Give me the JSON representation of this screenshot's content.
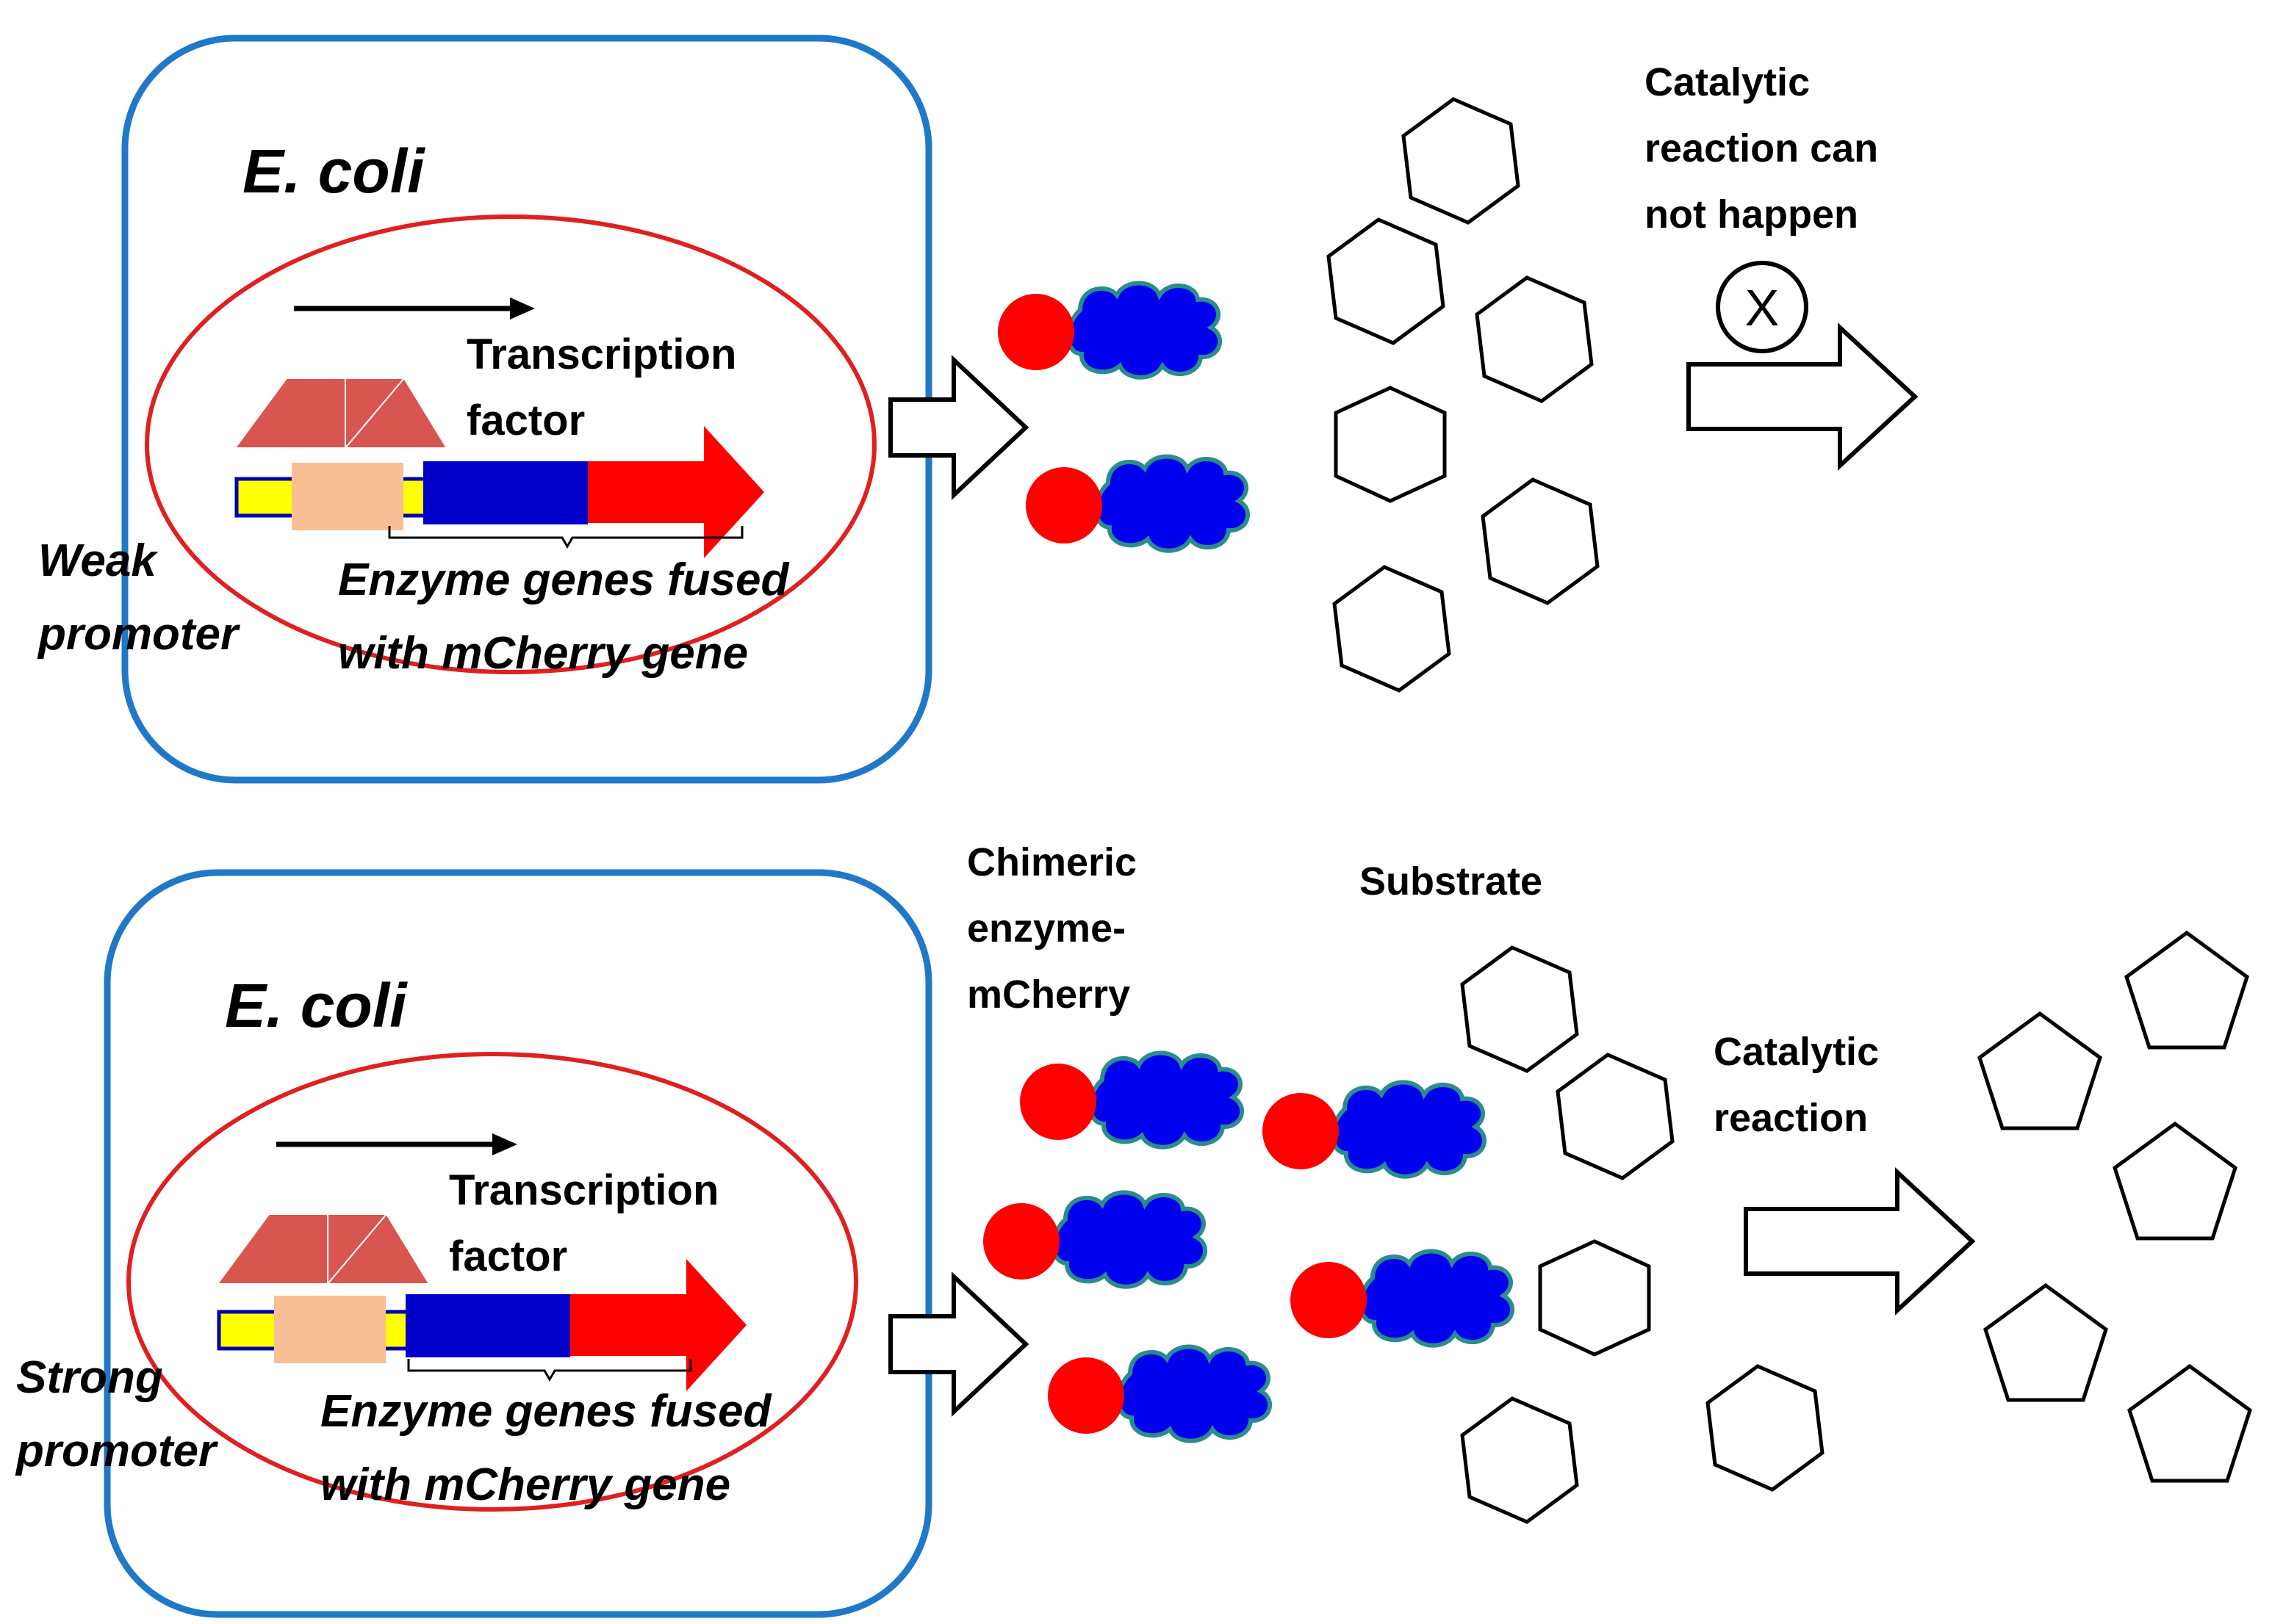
{
  "colors": {
    "cell_border": "#1f78c8",
    "plasmid": "#e02020",
    "transcription_factor": "#d95550",
    "promoter_box": "#f8bf95",
    "backbone": "#ffff00",
    "backbone_border": "#0000aa",
    "enzyme_gene": "#0000c8",
    "mcherry_gene": "#ff0000",
    "enzyme_protein": "#0000ee",
    "enzyme_outline": "#2a8c8c",
    "mcherry_protein": "#ff0000"
  },
  "top_panel": {
    "organism": "E. coli",
    "tf_label_line1": "Transcription",
    "tf_label_line2": "factor",
    "promoter_line1": "Weak",
    "promoter_line2": "promoter",
    "genes_line1": "Enzyme genes fused",
    "genes_line2": "with mCherry gene",
    "reaction_line1": "Catalytic",
    "reaction_line2": "reaction can",
    "reaction_line3": "not happen",
    "blocked_mark": "X"
  },
  "bottom_panel": {
    "organism": "E. coli",
    "tf_label_line1": "Transcription",
    "tf_label_line2": "factor",
    "promoter_line1": "Strong",
    "promoter_line2": "promoter",
    "genes_line1": "Enzyme genes fused",
    "genes_line2": "with mCherry gene",
    "chimeric_line1": "Chimeric",
    "chimeric_line2": "enzyme-",
    "chimeric_line3": "mCherry",
    "substrate_label": "Substrate",
    "reaction_line1": "Catalytic",
    "reaction_line2": "reaction"
  }
}
